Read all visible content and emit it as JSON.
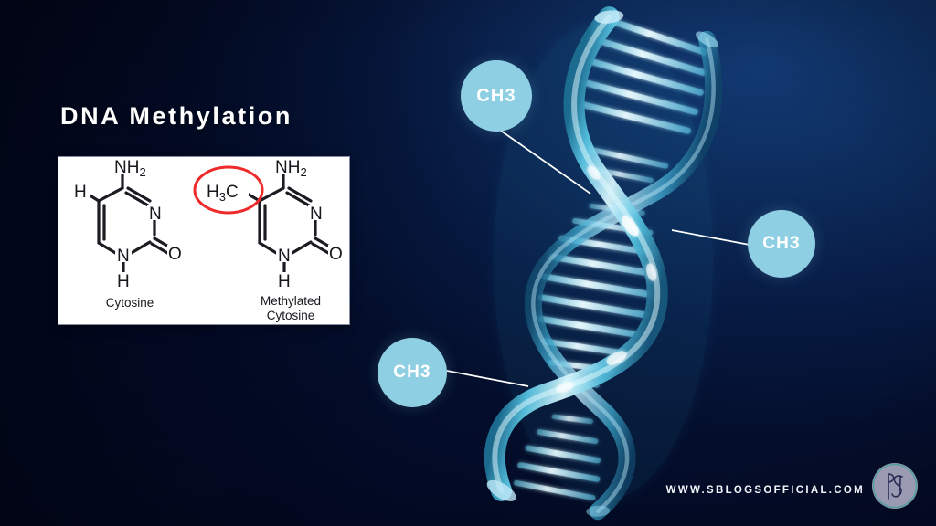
{
  "slide": {
    "title": "DNA Methylation",
    "background_colors": {
      "deep_navy": "#01071f",
      "mid_navy": "#0d2c5c",
      "highlight_blue": "#123a74"
    }
  },
  "diagram_panel": {
    "name": "cytosine-methylation-comparison",
    "background": "#ffffff",
    "structures": [
      {
        "id": "cytosine",
        "caption": [
          "Cytosine"
        ],
        "atom_labels": [
          "NH",
          "2",
          "H",
          "N",
          "N",
          "H",
          "O"
        ],
        "labels_readable": {
          "amine": "NH2",
          "position5_substituent": "H",
          "ring_nitrogen": "N",
          "ring_nh": "N",
          "nh_hydrogen": "H",
          "carbonyl_oxygen": "O"
        },
        "highlighted": false
      },
      {
        "id": "methylated-cytosine",
        "caption": [
          "Methylated",
          "Cytosine"
        ],
        "atom_labels": [
          "NH",
          "2",
          "H",
          "3",
          "C",
          "N",
          "N",
          "H",
          "O"
        ],
        "labels_readable": {
          "amine": "NH2",
          "position5_substituent": "H3C",
          "ring_nitrogen": "N",
          "ring_nh": "N",
          "nh_hydrogen": "H",
          "carbonyl_oxygen": "O"
        },
        "highlighted": true,
        "highlight_color": "#ee2a2a",
        "highlight_shape": "ellipse",
        "highlight_target": "H3C"
      }
    ]
  },
  "dna": {
    "name": "dna-double-helix",
    "description": "Glassy cyan DNA double helix with rung base pairs",
    "ribbon_color": "#5fc8e4",
    "rung_color": "#bfe9f5"
  },
  "callouts": {
    "label": "CH3",
    "bubble_color": "#8ecfe3",
    "text_color": "#ffffff",
    "line_color": "#ffffff",
    "items": [
      {
        "id": "ch3-top",
        "label": "CH3"
      },
      {
        "id": "ch3-right",
        "label": "CH3"
      },
      {
        "id": "ch3-left",
        "label": "CH3"
      }
    ]
  },
  "footer": {
    "url": "WWW.SBLOGSOFFICIAL.COM",
    "logo": {
      "name": "sblogs-monogram-logo",
      "disc_color": "#9a9ab2",
      "ring_color": "#4e9f9d",
      "monogram_color": "#2b2d55",
      "monogram": "PS"
    }
  }
}
